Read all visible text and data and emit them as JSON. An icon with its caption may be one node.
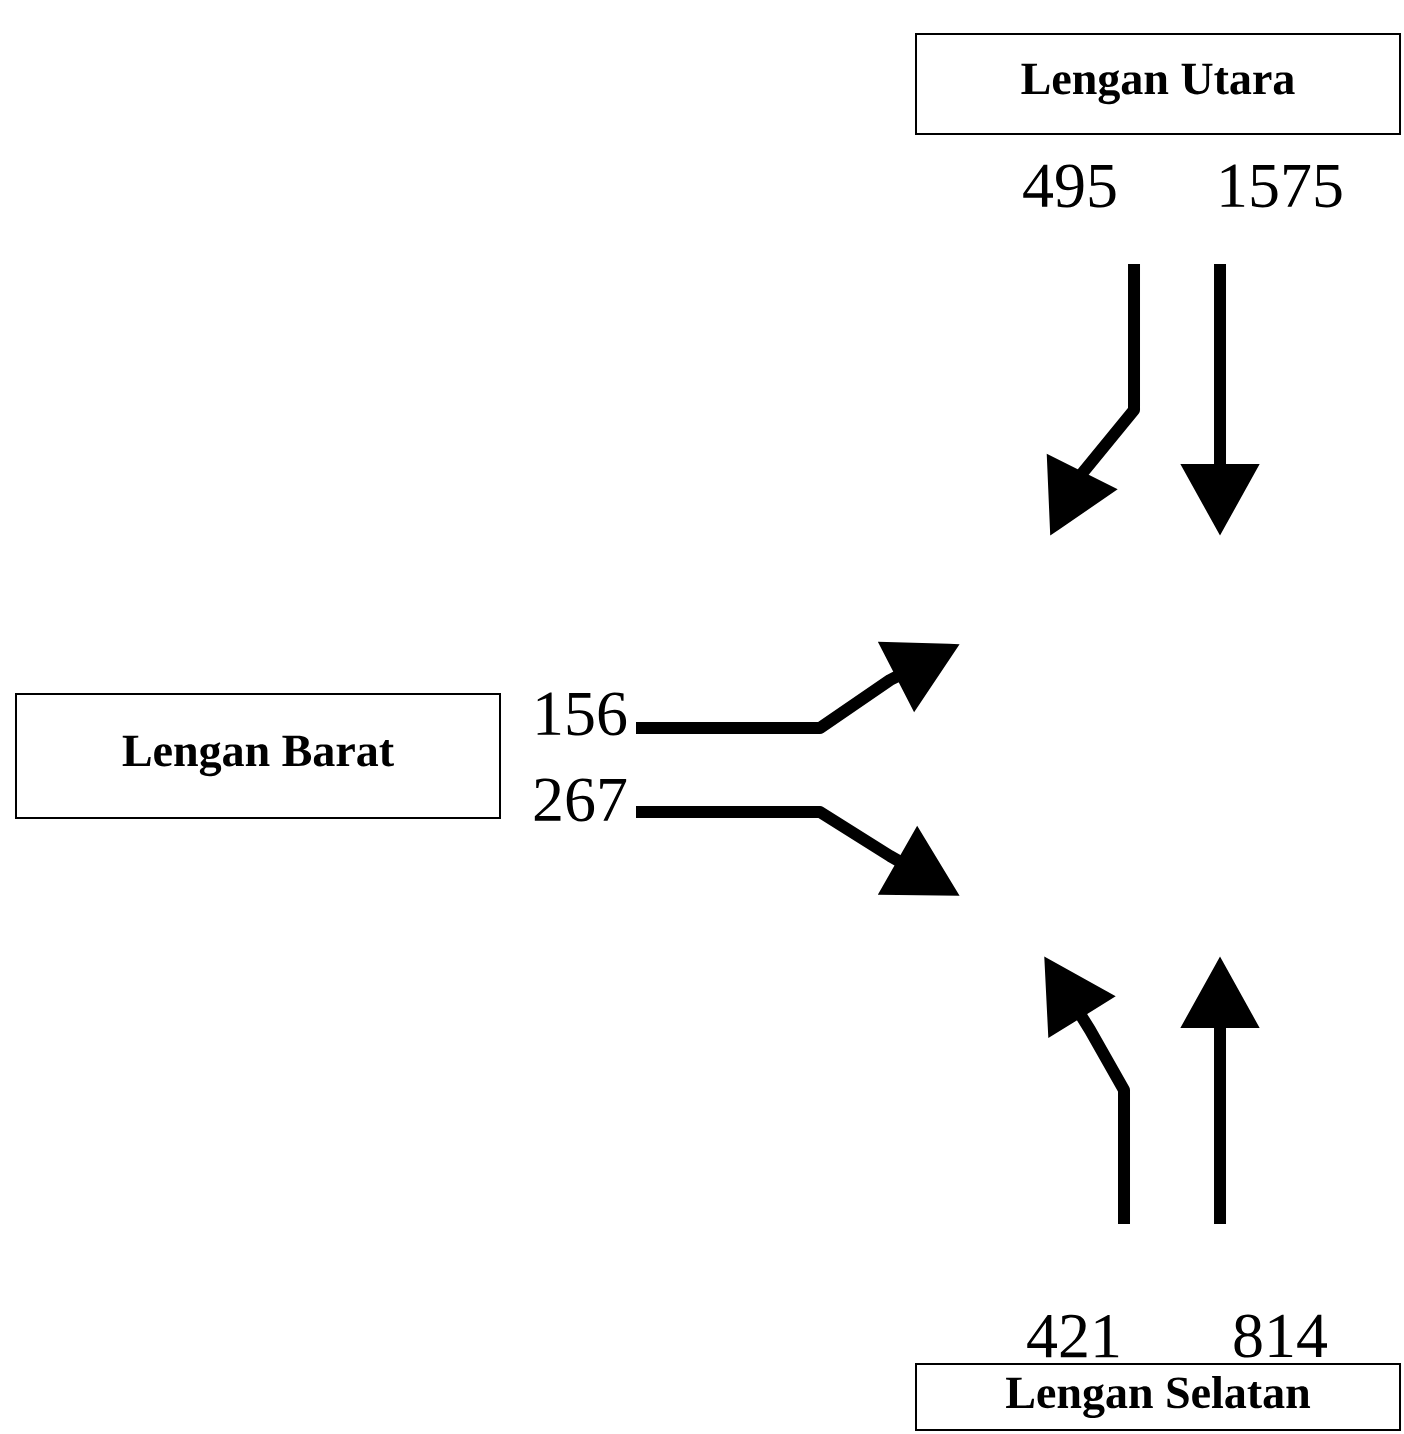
{
  "diagram": {
    "nodes": [
      {
        "text": [
          "Lengan Utara"
        ]
      },
      {
        "text": [
          "Lengan Barat"
        ]
      },
      {
        "text": [
          "Lengan Selatan"
        ]
      }
    ],
    "labels": [
      "495",
      "1575",
      "156",
      "267",
      "421",
      "814"
    ]
  }
}
